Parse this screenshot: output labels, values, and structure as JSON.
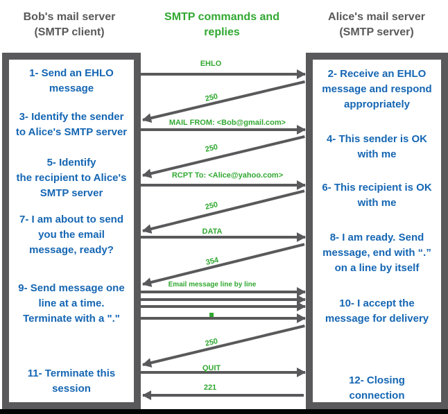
{
  "headers": {
    "left": {
      "line1": "Bob's mail server",
      "line2": "(SMTP client)"
    },
    "center": {
      "line1": "SMTP commands and",
      "line2": "replies"
    },
    "right": {
      "line1": "Alice's mail server",
      "line2": "(SMTP server)"
    }
  },
  "client_steps": [
    {
      "lines": [
        "1- Send an EHLO",
        "message"
      ]
    },
    {
      "lines": [
        "3- Identify the sender",
        "to Alice's SMTP server"
      ]
    },
    {
      "lines": [
        "5- Identify",
        "the recipient to Alice's",
        "SMTP server"
      ]
    },
    {
      "lines": [
        "7- I am about to send",
        "you the email",
        "message, ready?"
      ]
    },
    {
      "lines": [
        "9- Send message one",
        "line at a time.",
        "Terminate with a \".\""
      ]
    },
    {
      "lines": [
        "11- Terminate this",
        "session"
      ]
    }
  ],
  "server_steps": [
    {
      "lines": [
        "2- Receive an EHLO",
        "message and respond",
        "appropriately"
      ]
    },
    {
      "lines": [
        "4- This sender is OK",
        "with me"
      ]
    },
    {
      "lines": [
        "6- This recipient is OK",
        "with me"
      ]
    },
    {
      "lines": [
        "8-  I am ready. Send",
        "message, end with “.”",
        "on a line by itself"
      ]
    },
    {
      "lines": [
        "10-  I accept the",
        "message for delivery"
      ]
    },
    {
      "lines": [
        "12-  Closing",
        "connection"
      ]
    }
  ],
  "arrows": [
    {
      "label": "EHLO",
      "direction": "client-to-server",
      "kind": "command"
    },
    {
      "label": "250",
      "direction": "server-to-client",
      "kind": "reply"
    },
    {
      "label": "MAIL FROM: <Bob@gmail.com>",
      "direction": "client-to-server",
      "kind": "command"
    },
    {
      "label": "250",
      "direction": "server-to-client",
      "kind": "reply"
    },
    {
      "label": "RCPT To: <Alice@yahoo.com>",
      "direction": "client-to-server",
      "kind": "command"
    },
    {
      "label": "250",
      "direction": "server-to-client",
      "kind": "reply"
    },
    {
      "label": "DATA",
      "direction": "client-to-server",
      "kind": "command"
    },
    {
      "label": "354",
      "direction": "server-to-client",
      "kind": "reply"
    },
    {
      "label": "Email message line by line",
      "direction": "client-to-server",
      "kind": "data",
      "arrow_count": 3
    },
    {
      "label": ".",
      "direction": "client-to-server",
      "kind": "end-of-message",
      "icon": "green-square-dot-icon"
    },
    {
      "label": "250",
      "direction": "server-to-client",
      "kind": "reply"
    },
    {
      "label": "QUIT",
      "direction": "client-to-server",
      "kind": "command"
    },
    {
      "label": "221",
      "direction": "server-to-client",
      "kind": "reply"
    }
  ],
  "colors": {
    "gray": "#59595b",
    "blue": "#1566b3",
    "green": "#31a831",
    "bottom_bar": "#050505"
  }
}
